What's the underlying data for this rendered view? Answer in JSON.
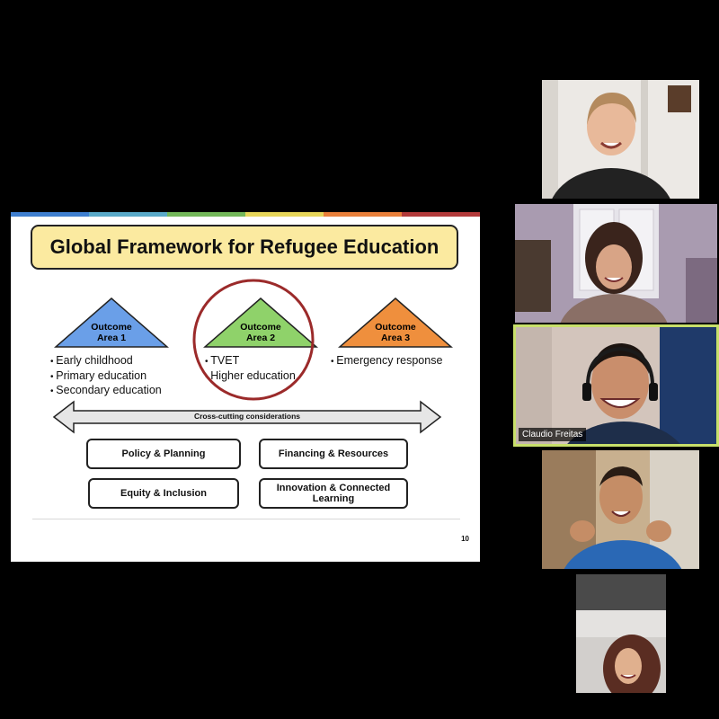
{
  "slide": {
    "title": "Global Framework for Refugee Education",
    "topbar_colors": [
      "#3f7fcf",
      "#5aa9c8",
      "#74b85a",
      "#e7d65a",
      "#e9803a",
      "#b23a3a"
    ],
    "outcome_areas": [
      {
        "label_line1": "Outcome",
        "label_line2": "Area 1",
        "color": "#6a9fe8",
        "items": [
          "Early childhood",
          "Primary education",
          "Secondary education"
        ]
      },
      {
        "label_line1": "Outcome",
        "label_line2": "Area 2",
        "color": "#8fd26a",
        "items": [
          "TVET",
          "Higher education"
        ]
      },
      {
        "label_line1": "Outcome",
        "label_line2": "Area 3",
        "color": "#ef8f3d",
        "items": [
          "Emergency response"
        ]
      }
    ],
    "cross_cutting_label": "Cross-cutting considerations",
    "cross_cutting_boxes": [
      "Policy & Planning",
      "Financing & Resources",
      "Equity & Inclusion",
      "Innovation & Connected Learning"
    ],
    "page_number": "10",
    "highlight_color": "#9b2a2a"
  },
  "participants": [
    {
      "name": "",
      "active": false
    },
    {
      "name": "",
      "active": false
    },
    {
      "name": "Claudio Freitas",
      "active": true
    },
    {
      "name": "",
      "active": false
    },
    {
      "name": "",
      "active": false
    }
  ],
  "colors": {
    "background": "#000000",
    "active_speaker_border": "#c8e06a"
  }
}
